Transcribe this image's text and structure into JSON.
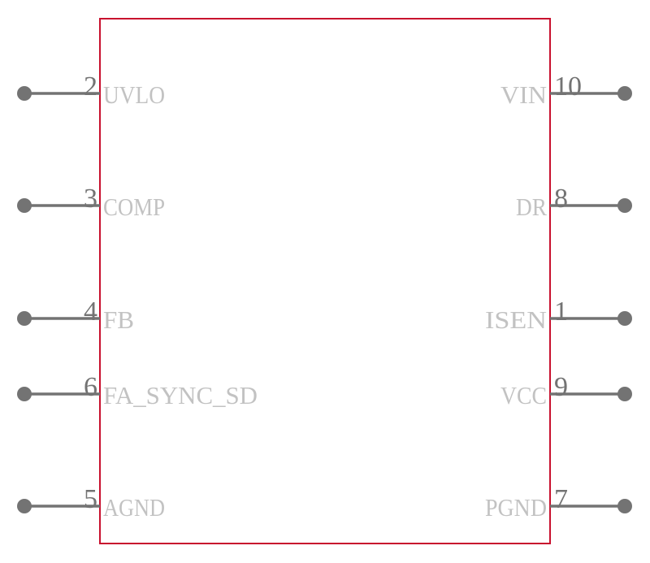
{
  "colors": {
    "body": "#c8102e",
    "pin": "#737373",
    "label": "#c2c2c2"
  },
  "left_pins": [
    {
      "number": "2",
      "name": "UVLO"
    },
    {
      "number": "3",
      "name": "COMP"
    },
    {
      "number": "4",
      "name": "FB"
    },
    {
      "number": "6",
      "name": "FA_SYNC_SD"
    },
    {
      "number": "5",
      "name": "AGND"
    }
  ],
  "right_pins": [
    {
      "number": "10",
      "name": "VIN"
    },
    {
      "number": "8",
      "name": "DR"
    },
    {
      "number": "1",
      "name": "ISEN"
    },
    {
      "number": "9",
      "name": "VCC"
    },
    {
      "number": "7",
      "name": "PGND"
    }
  ]
}
